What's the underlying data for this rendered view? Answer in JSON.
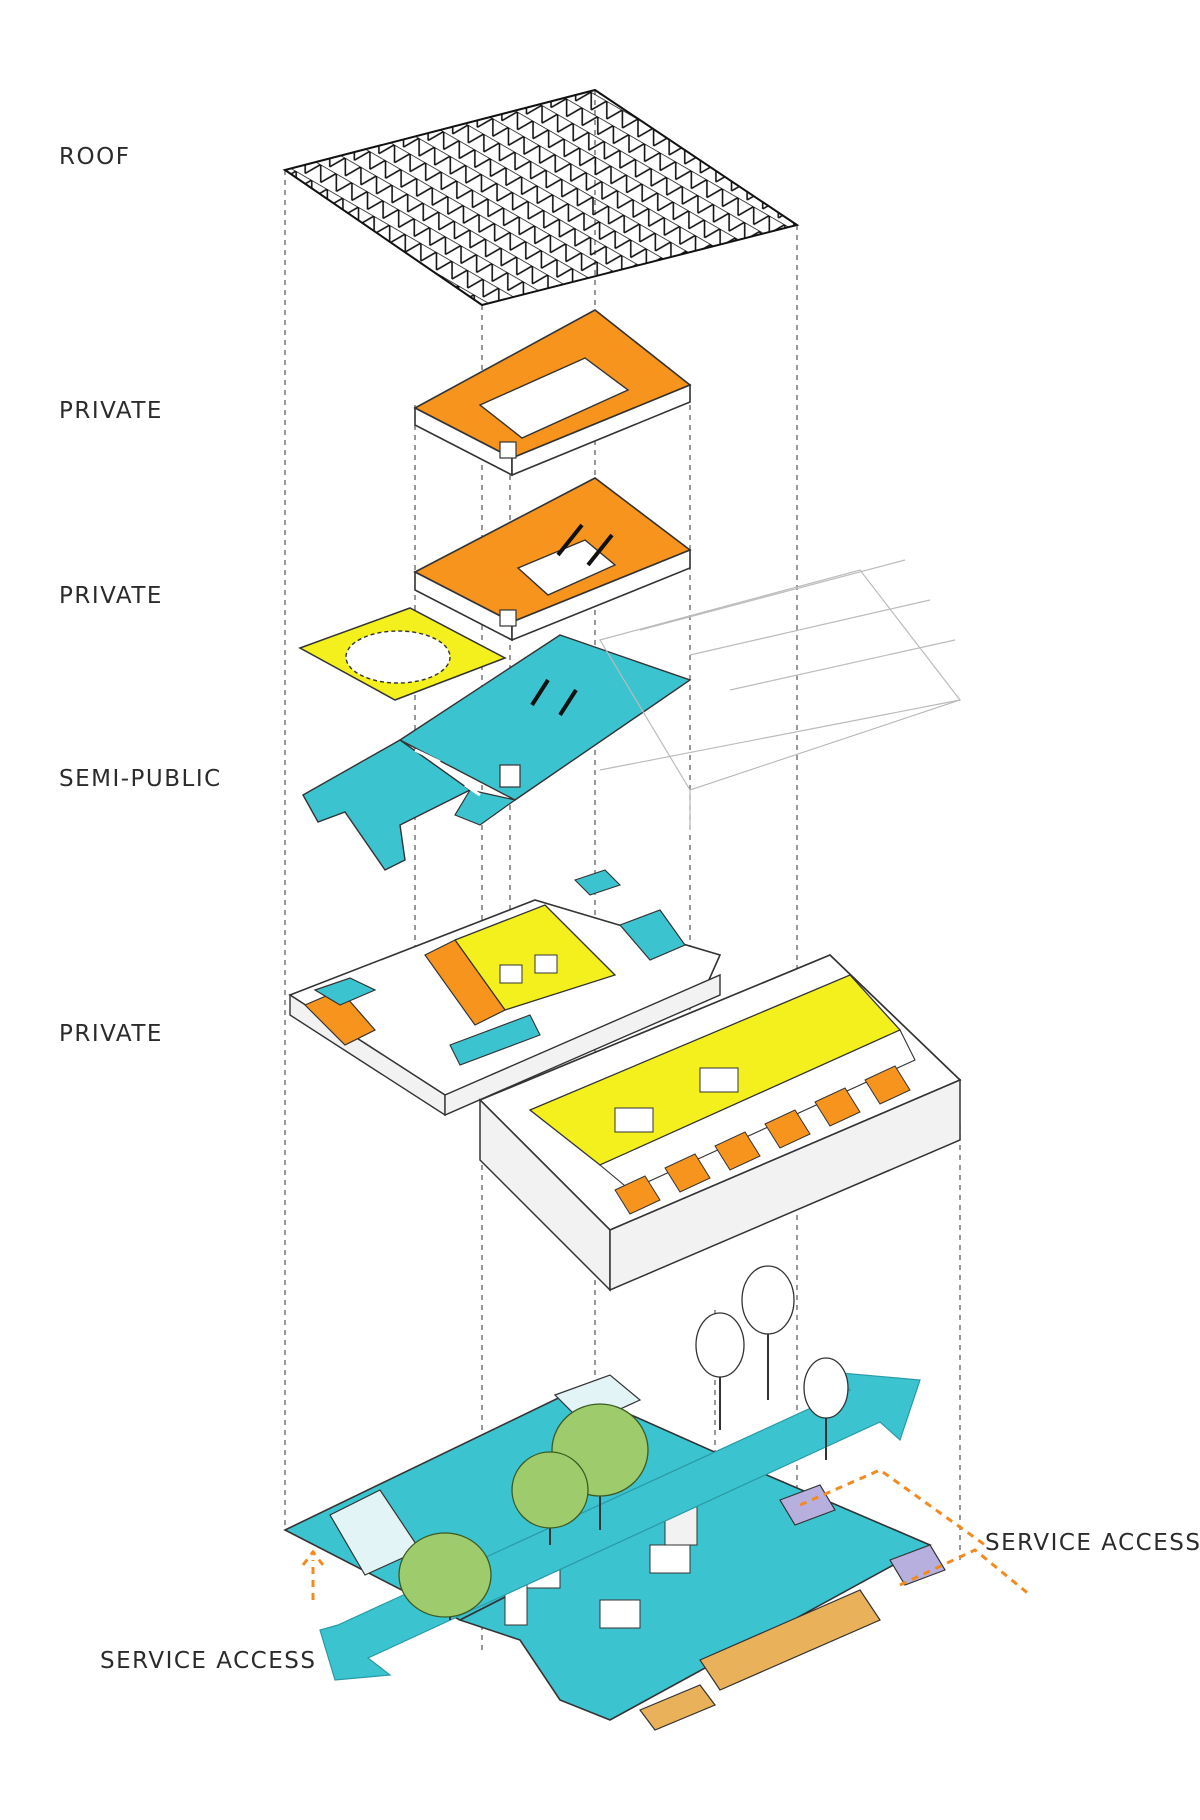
{
  "layer_labels": {
    "roof": "ROOF",
    "private_top": "PRIVATE",
    "private_second": "PRIVATE",
    "semi_public": "SEMI-PUBLIC",
    "private_ground": "PRIVATE"
  },
  "annotations": {
    "service_access_right": "SERVICE ACCESS",
    "service_access_left": "SERVICE ACCESS"
  },
  "colors": {
    "private_orange": "#f7941d",
    "private_yellow": "#f4f01e",
    "semi_public_cyan": "#3cc3d0",
    "service_purple": "#b7b0de",
    "bay_tan": "#e9b25a",
    "tree_green": "#9ecb6b",
    "outline": "#333333",
    "service_arrow": "#f28a1f"
  }
}
